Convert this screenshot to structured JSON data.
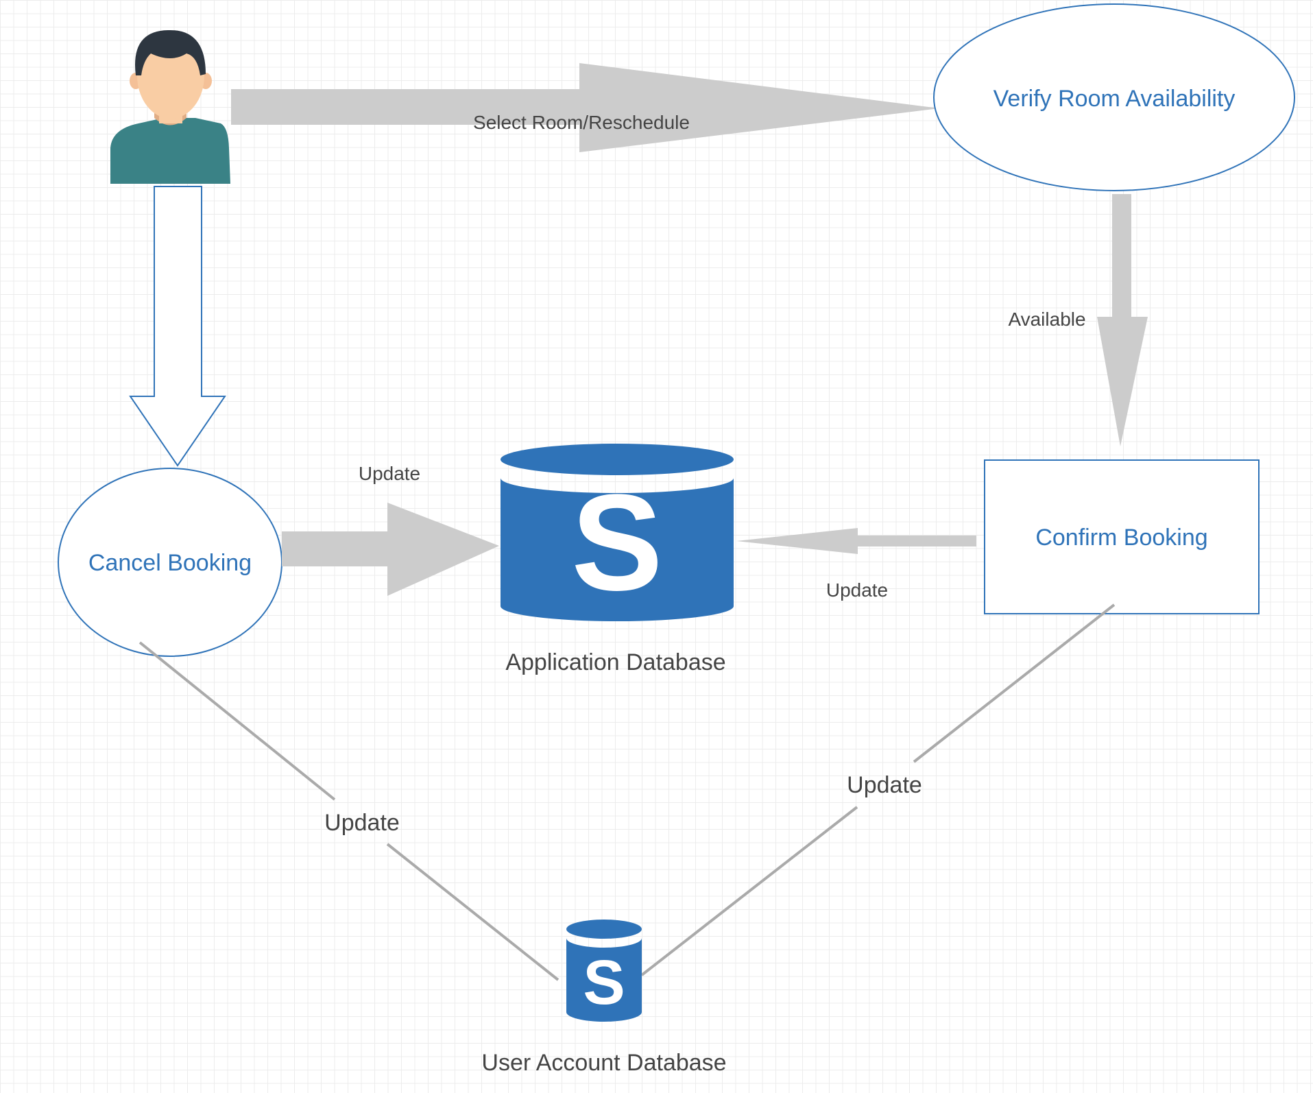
{
  "colors": {
    "accent": "#2f73b8",
    "arrow_gray": "#cccccc",
    "line_gray": "#aaaaaa",
    "text_dark": "#444444",
    "person_skin": "#f9cda4",
    "person_shirt": "#3a8286",
    "person_hair": "#2d3640"
  },
  "nodes": {
    "actor_icon": "person-icon",
    "verify_room_availability": "Verify Room Availability",
    "cancel_booking": "Cancel Booking",
    "confirm_booking": "Confirm Booking",
    "application_database": "Application Database",
    "user_account_database": "User Account Database",
    "database_icon": "sql-database-icon",
    "database_glyph": "S"
  },
  "edges": {
    "select_room": "Select Room/Reschedule",
    "available": "Available",
    "cancel_to_app_db": "Update",
    "confirm_to_app_db": "Update",
    "cancel_to_user_db": "Update",
    "confirm_to_user_db": "Update"
  }
}
